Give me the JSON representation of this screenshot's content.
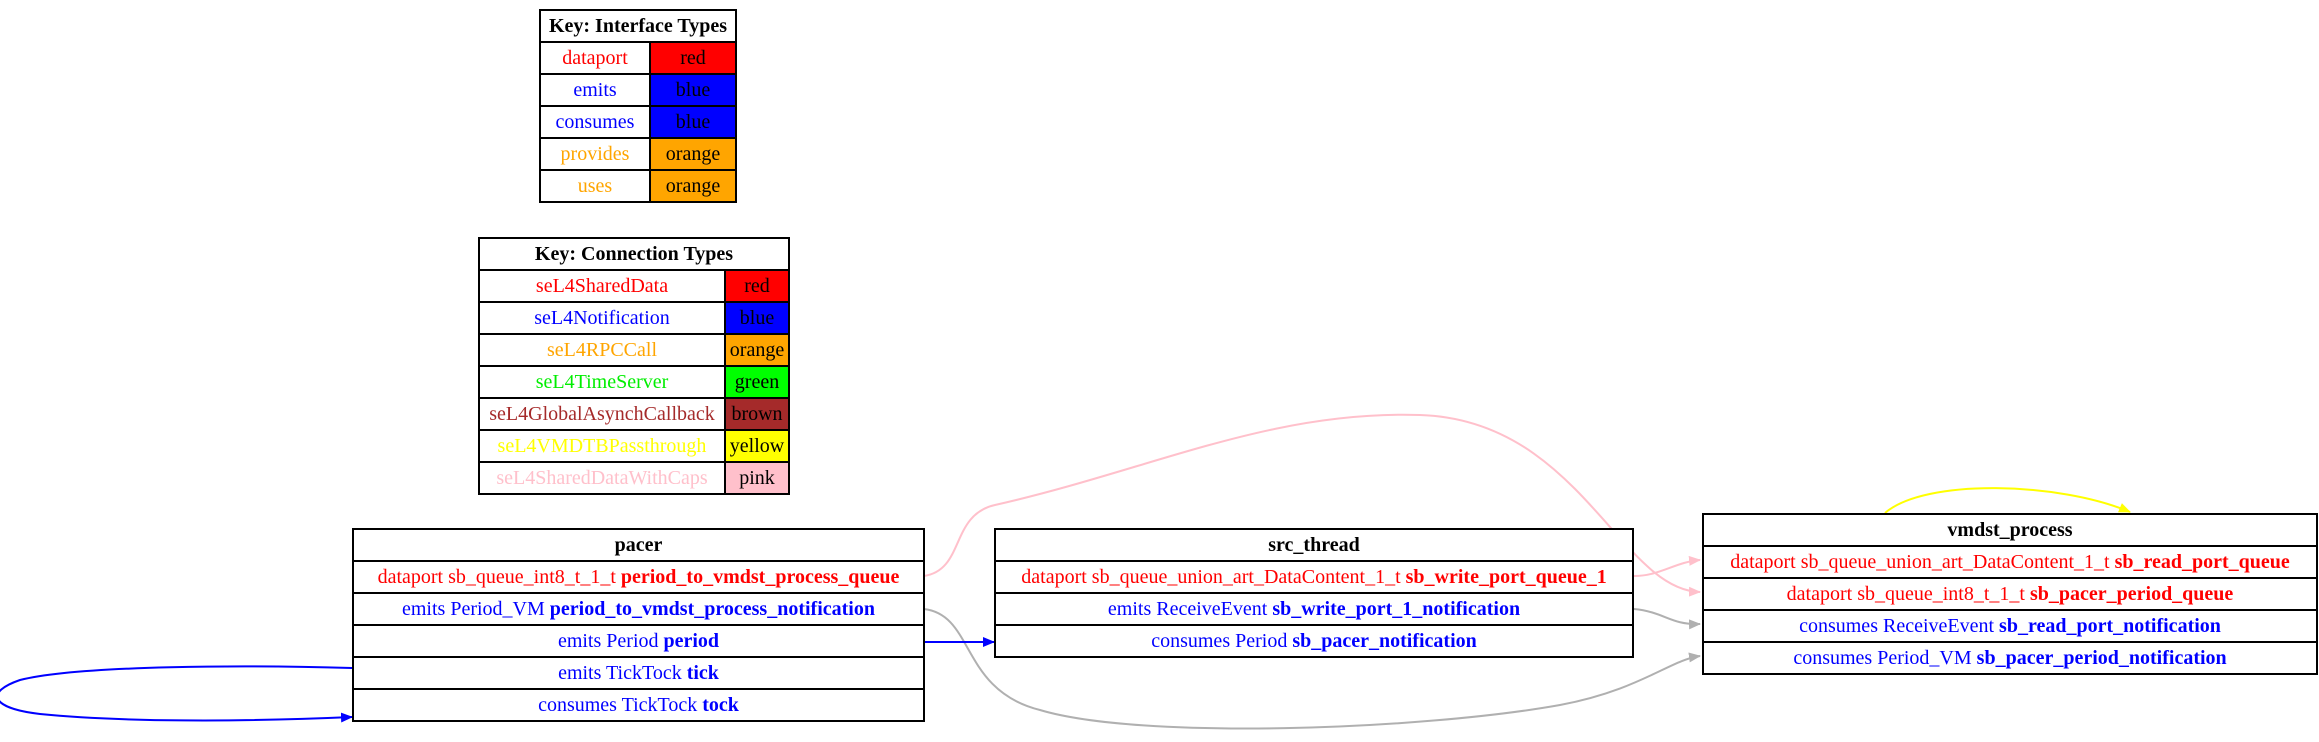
{
  "legend_interfaces": {
    "title": "Key: Interface Types",
    "rows": [
      {
        "label": "dataport",
        "swatch": "red",
        "color": "#ff0000",
        "fill": "#ff0000"
      },
      {
        "label": "emits",
        "swatch": "blue",
        "color": "#0000ff",
        "fill": "#0000ff"
      },
      {
        "label": "consumes",
        "swatch": "blue",
        "color": "#0000ff",
        "fill": "#0000ff"
      },
      {
        "label": "provides",
        "swatch": "orange",
        "color": "#ffa500",
        "fill": "#ffa500"
      },
      {
        "label": "uses",
        "swatch": "orange",
        "color": "#ffa500",
        "fill": "#ffa500"
      }
    ]
  },
  "legend_connections": {
    "title": "Key: Connection Types",
    "rows": [
      {
        "label": "seL4SharedData",
        "swatch": "red",
        "color": "#ff0000",
        "fill": "#ff0000"
      },
      {
        "label": "seL4Notification",
        "swatch": "blue",
        "color": "#0000ff",
        "fill": "#0000ff"
      },
      {
        "label": "seL4RPCCall",
        "swatch": "orange",
        "color": "#ffa500",
        "fill": "#ffa500"
      },
      {
        "label": "seL4TimeServer",
        "swatch": "green",
        "color": "#00ee00",
        "fill": "#00ff00"
      },
      {
        "label": "seL4GlobalAsynchCallback",
        "swatch": "brown",
        "color": "#a52a2a",
        "fill": "#a52a2a"
      },
      {
        "label": "seL4VMDTBPassthrough",
        "swatch": "yellow",
        "color": "#ffff00",
        "fill": "#ffff00"
      },
      {
        "label": "seL4SharedDataWithCaps",
        "swatch": "pink",
        "color": "#ffc0cb",
        "fill": "#ffc0cb"
      }
    ]
  },
  "components": {
    "pacer": {
      "name": "pacer",
      "ports": [
        {
          "kind": "dataport",
          "type": "sb_queue_int8_t_1_t",
          "name": "period_to_vmdst_process_queue",
          "color": "#ff0000"
        },
        {
          "kind": "emits",
          "type": "Period_VM",
          "name": "period_to_vmdst_process_notification",
          "color": "#0000ff"
        },
        {
          "kind": "emits",
          "type": "Period",
          "name": "period",
          "color": "#0000ff"
        },
        {
          "kind": "emits",
          "type": "TickTock",
          "name": "tick",
          "color": "#0000ff"
        },
        {
          "kind": "consumes",
          "type": "TickTock",
          "name": "tock",
          "color": "#0000ff"
        }
      ]
    },
    "src_thread": {
      "name": "src_thread",
      "ports": [
        {
          "kind": "dataport",
          "type": "sb_queue_union_art_DataContent_1_t",
          "name": "sb_write_port_queue_1",
          "color": "#ff0000"
        },
        {
          "kind": "emits",
          "type": "ReceiveEvent",
          "name": "sb_write_port_1_notification",
          "color": "#0000ff"
        },
        {
          "kind": "consumes",
          "type": "Period",
          "name": "sb_pacer_notification",
          "color": "#0000ff"
        }
      ]
    },
    "vmdst_process": {
      "name": "vmdst_process",
      "ports": [
        {
          "kind": "dataport",
          "type": "sb_queue_union_art_DataContent_1_t",
          "name": "sb_read_port_queue",
          "color": "#ff0000"
        },
        {
          "kind": "dataport",
          "type": "sb_queue_int8_t_1_t",
          "name": "sb_pacer_period_queue",
          "color": "#ff0000"
        },
        {
          "kind": "consumes",
          "type": "ReceiveEvent",
          "name": "sb_read_port_notification",
          "color": "#0000ff"
        },
        {
          "kind": "consumes",
          "type": "Period_VM",
          "name": "sb_pacer_period_notification",
          "color": "#0000ff"
        }
      ]
    }
  },
  "connections": [
    {
      "from": "pacer.period_to_vmdst_process_queue",
      "to": "vmdst_process.sb_pacer_period_queue",
      "color": "#ffc0cb"
    },
    {
      "from": "pacer.period_to_vmdst_process_notification",
      "to": "vmdst_process.sb_pacer_period_notification",
      "color": "#b0b0b0"
    },
    {
      "from": "pacer.period",
      "to": "src_thread.sb_pacer_notification",
      "color": "#0000ff"
    },
    {
      "from": "pacer.tick",
      "to": "pacer.tock",
      "color": "#0000ff"
    },
    {
      "from": "src_thread.sb_write_port_queue_1",
      "to": "vmdst_process.sb_read_port_queue",
      "color": "#ffc0cb"
    },
    {
      "from": "src_thread.sb_write_port_1_notification",
      "to": "vmdst_process.sb_read_port_notification",
      "color": "#b0b0b0"
    },
    {
      "from": "vmdst_process",
      "to": "vmdst_process",
      "color": "#ffff00"
    }
  ]
}
